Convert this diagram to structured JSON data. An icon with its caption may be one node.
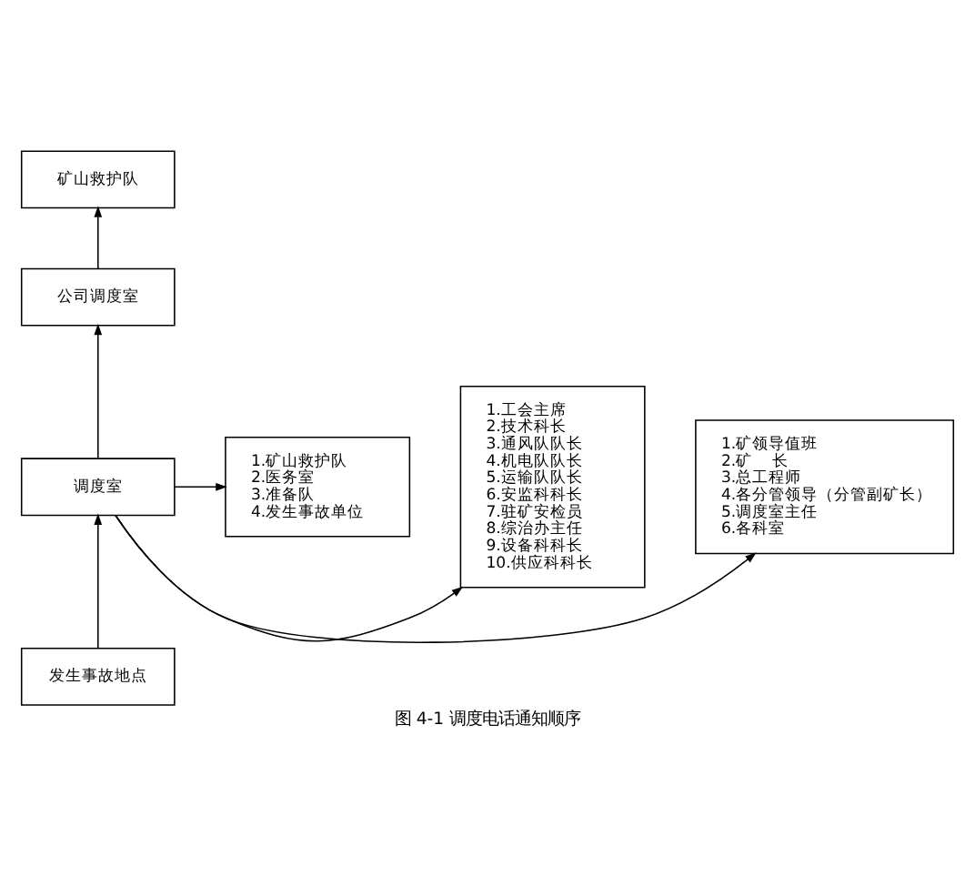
{
  "diagram": {
    "caption": "图 4-1 调度电话通知顺序",
    "nodes": [
      {
        "text": [
          "矿山救护队"
        ]
      },
      {
        "text": [
          "公司调度室"
        ]
      },
      {
        "text": [
          "1.矿领导值班",
          "2.矿    长",
          "3.总工程师",
          "4.各分管领导（分管副矿长）",
          "5.调度室主任",
          "6.各科室"
        ]
      },
      {
        "text": [
          "调度室"
        ]
      },
      {
        "text": [
          "1.工会主席",
          "2.技术科长",
          "3.通风队队长",
          "4.机电队队长",
          "5.运输队队长",
          "6.安监科科长",
          "7.驻矿安检员",
          "8.综治办主任",
          "9.设备科科长",
          "10.供应科科长"
        ]
      },
      {
        "text": [
          "1.矿山救护队",
          "2.医务室",
          "3.准备队",
          "4.发生事故单位"
        ]
      },
      {
        "text": [
          "发生事故地点"
        ]
      }
    ],
    "edges": [
      {
        "from": 6,
        "to": 3,
        "arrow": "to"
      },
      {
        "from": 3,
        "to": 1,
        "arrow": "to"
      },
      {
        "from": 1,
        "to": 0,
        "arrow": "to"
      },
      {
        "from": 3,
        "to": 2,
        "arrow": "to"
      },
      {
        "from": 3,
        "to": 5,
        "arrow": "to"
      },
      {
        "from": 3,
        "to": 4,
        "arrow": "to"
      }
    ]
  }
}
